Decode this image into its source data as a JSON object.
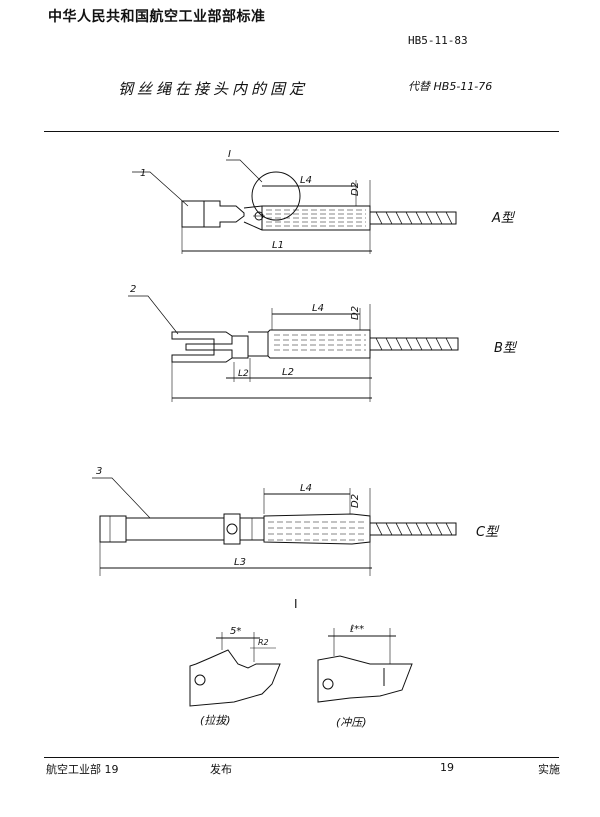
{
  "header": {
    "org_title": "中华人民共和国航空工业部部标准",
    "standard_no": "HB5-11-83",
    "doc_title": "钢丝绳在接头内的固定",
    "replaces": "代替 HB5-11-76"
  },
  "figures": {
    "type_a": {
      "callout": "1",
      "detail_ref": "I",
      "dims": [
        "L4",
        "D2",
        "L1"
      ],
      "label": "A型"
    },
    "type_b": {
      "callout": "2",
      "dims": [
        "L4",
        "D2",
        "L2",
        "L2"
      ],
      "label": "B型"
    },
    "type_c": {
      "callout": "3",
      "dims": [
        "L4",
        "D2",
        "L3"
      ],
      "label": "C型"
    },
    "detail": {
      "title": "I",
      "left_dims": [
        "5*",
        "R2"
      ],
      "left_caption": "(拉拔)",
      "right_dim": "ℓ**",
      "right_caption": "(冲压)"
    }
  },
  "footer": {
    "issuer": "航空工业部 19",
    "issued": "发布",
    "year": "19",
    "implement": "实施"
  }
}
